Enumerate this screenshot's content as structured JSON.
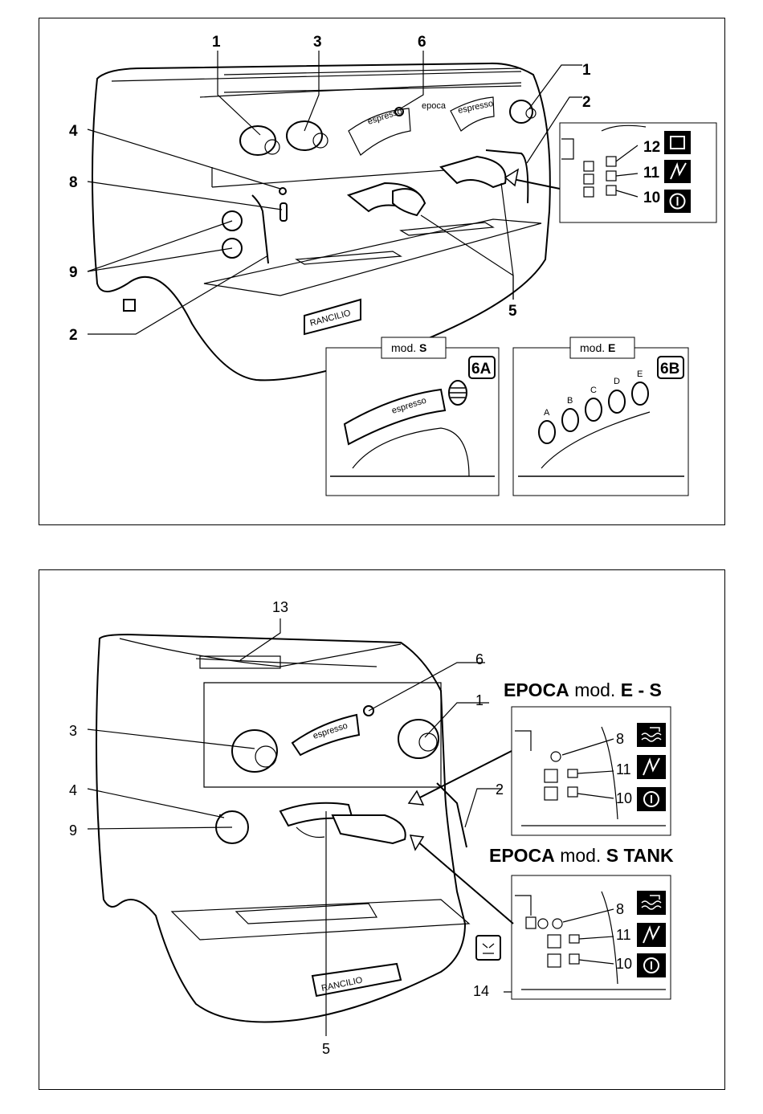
{
  "top": {
    "callouts": {
      "c1_left": "1",
      "c3": "3",
      "c6": "6",
      "c1_right": "1",
      "c2_right": "2",
      "c4": "4",
      "c8": "8",
      "c9": "9",
      "c2_left": "2",
      "c5": "5",
      "c12": "12",
      "c11": "11",
      "c10": "10"
    },
    "machine_labels": {
      "epoca": "epoca",
      "espresso_left": "espresso",
      "espresso_right": "espresso",
      "brand": "RANCILIO"
    },
    "inset_6a": {
      "tab": "mod.",
      "tab_bold": "S",
      "id": "6A",
      "label": "espresso"
    },
    "inset_6b": {
      "tab": "mod.",
      "tab_bold": "E",
      "id": "6B",
      "buttons": [
        "A",
        "B",
        "C",
        "D",
        "E"
      ]
    }
  },
  "bottom": {
    "callouts": {
      "c13": "13",
      "c6": "6",
      "c3": "3",
      "c1": "1",
      "c4": "4",
      "c2": "2",
      "c9": "9",
      "c5": "5",
      "c14": "14"
    },
    "machine_labels": {
      "espresso": "espresso",
      "brand": "RANCILIO"
    },
    "inset_es": {
      "title_bold": "EPOCA",
      "title_mid": "mod.",
      "title_end": "E - S",
      "c8": "8",
      "c11": "11",
      "c10": "10"
    },
    "inset_tank": {
      "title_bold": "EPOCA",
      "title_mid": "mod.",
      "title_end": "S TANK",
      "c8": "8",
      "c11": "11",
      "c10": "10"
    }
  }
}
